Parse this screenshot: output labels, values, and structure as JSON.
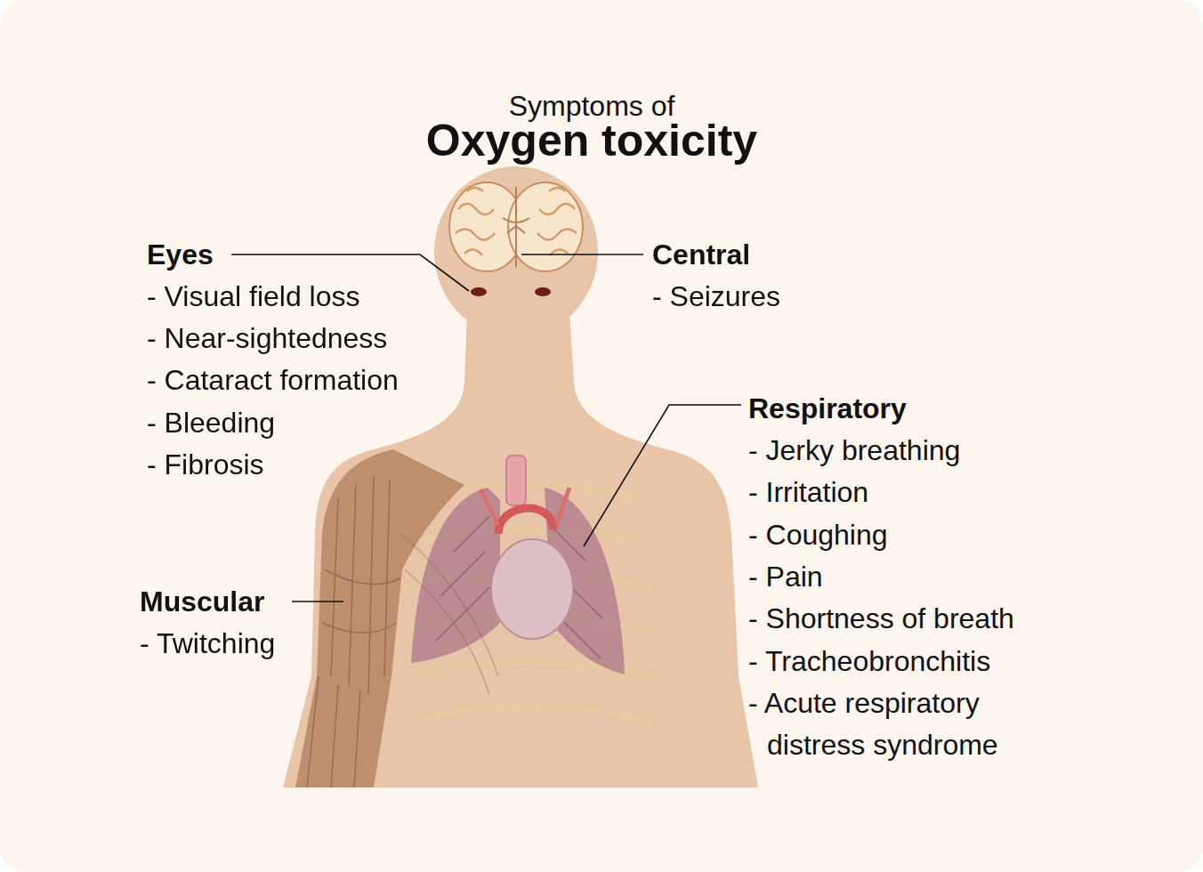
{
  "diagram": {
    "title": "Oxygen toxicity",
    "labels": [
      "Symptoms of",
      "Eyes",
      "- Visual field loss",
      "- Near-sightedness",
      "- Cataract formation",
      "- Bleeding",
      "- Fibrosis",
      "Central",
      "- Seizures",
      "Respiratory",
      "- Jerky breathing",
      "- Irritation",
      "- Coughing",
      "- Pain",
      "- Shortness of breath",
      "- Tracheobronchitis",
      "- Acute respiratory distress syndrome",
      "Muscular",
      "- Twitching"
    ]
  }
}
